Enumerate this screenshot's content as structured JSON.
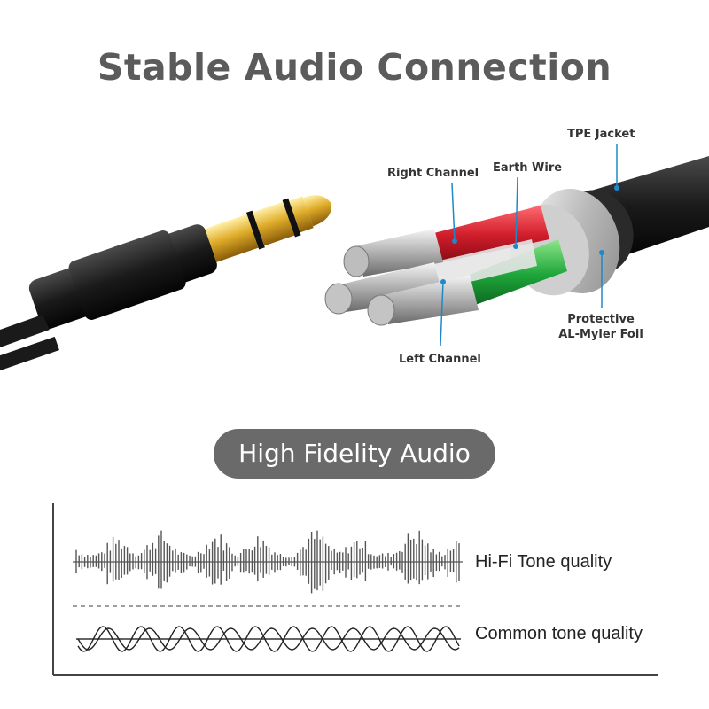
{
  "title": "Stable Audio Connection",
  "cable_labels": {
    "tpe_jacket": "TPE Jacket",
    "right_channel": "Right Channel",
    "earth_wire": "Earth Wire",
    "protective_line1": "Protective",
    "protective_line2": "AL-Myler Foil",
    "left_channel": "Left Channel"
  },
  "badge": "High Fidelity Audio",
  "waveforms": {
    "hifi_label": "Hi-Fi Tone quality",
    "common_label": "Common tone quality"
  },
  "colors": {
    "callout_line": "#1e88c8",
    "badge_bg": "#6a6a6a",
    "red_wire": "#d01c2a",
    "green_wire": "#1ea63a",
    "gold_plug": "#d9a520"
  }
}
